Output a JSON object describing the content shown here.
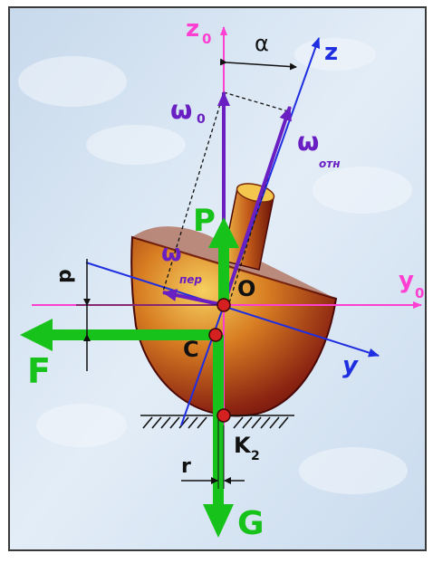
{
  "labels": {
    "z0": "z",
    "z0_sub": "0",
    "z": "z",
    "alpha": "α",
    "omega0": "ω",
    "omega0_sub": "0",
    "omega_rel": "ω",
    "omega_rel_sub": "отн",
    "omega_trans": "ω",
    "omega_trans_sub": "пер",
    "P": "P",
    "p": "p",
    "O": "O",
    "y0": "y",
    "y0_sub": "0",
    "F": "F",
    "C": "C",
    "y": "y",
    "K2": "K",
    "K2_sub": "2",
    "r": "r",
    "G": "G"
  },
  "colors": {
    "background": "#d6e4f0",
    "frame_border": "#3a3a3a",
    "pink_axis": "#ff3fd1",
    "blue_axis": "#1e2ee0",
    "purple_vector": "#6a1fc2",
    "green_force": "#17c21a",
    "body_dark": "#6e0f0a",
    "body_light": "#f2c24a",
    "contact_point": "#d42020"
  }
}
